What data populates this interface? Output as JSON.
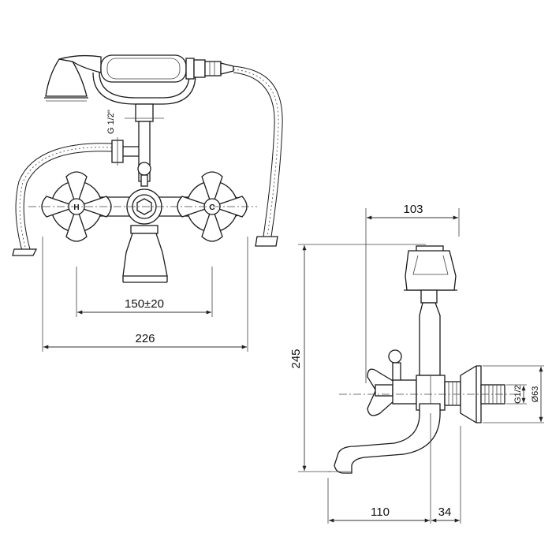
{
  "front_view": {
    "dimensions": {
      "center_distance": "150±20",
      "overall_width": "226"
    },
    "hose_connection_thread": "G 1/2\"",
    "hot_marker": "H",
    "cold_marker": "C"
  },
  "side_view": {
    "dimensions": {
      "depth": "103",
      "height": "245",
      "spout_reach": "110",
      "wall_offset": "34",
      "thread": "G1/2",
      "flange_diameter": "Ø63"
    }
  }
}
